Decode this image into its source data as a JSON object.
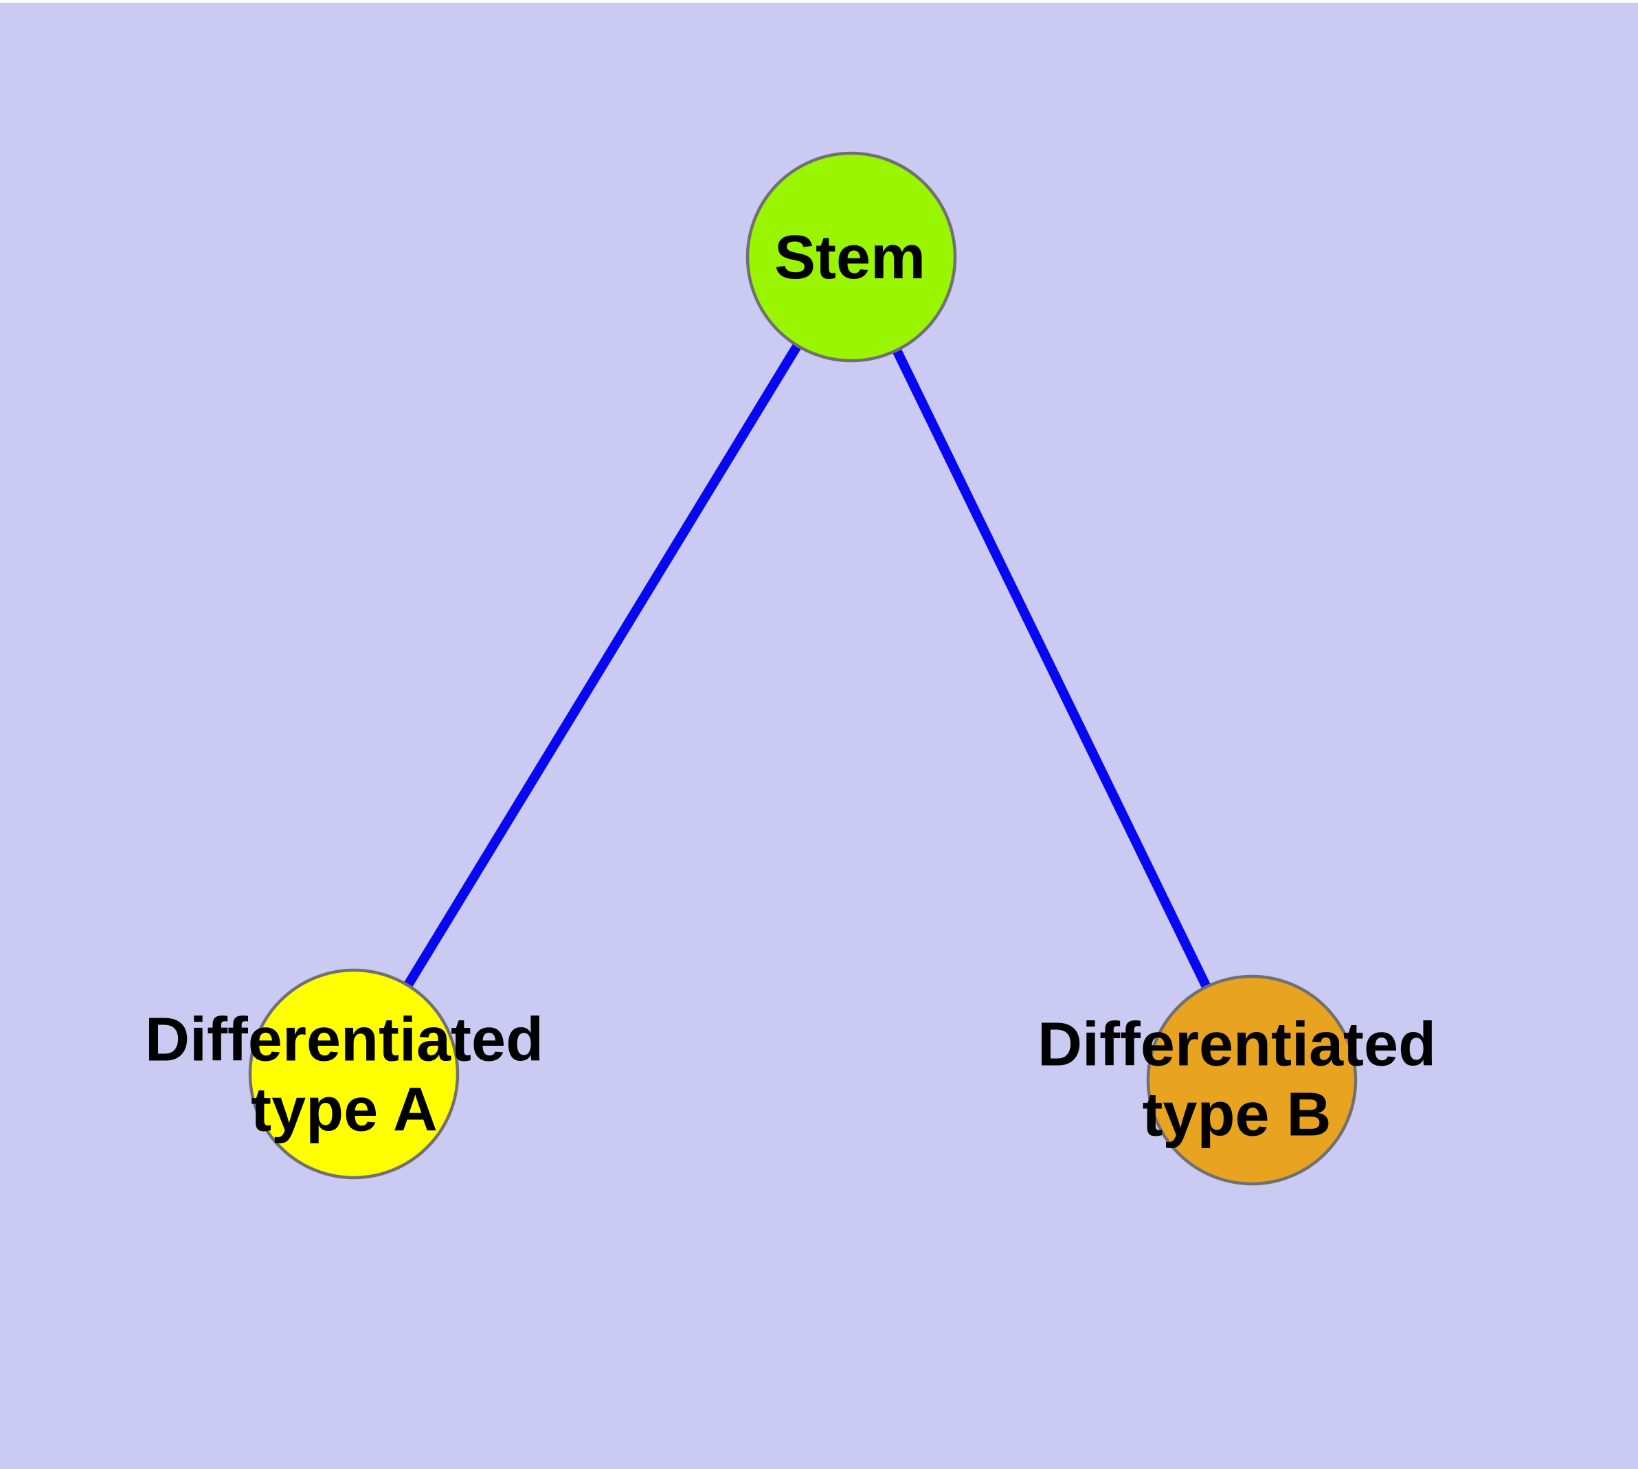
{
  "window": {
    "background_color": "#CACAF3",
    "top_strip_color": "#FFFFFF"
  },
  "graph": {
    "text_color": "#000000",
    "node_border_color": "#707070",
    "edge_color": "#0707F2",
    "nodes": {
      "stem": {
        "label": "Stem",
        "fill": "#99F500"
      },
      "type_a": {
        "label_line1": "Differentiated",
        "label_line2": "type A",
        "fill": "#FFFF00"
      },
      "type_b": {
        "label_line1": "Differentiated",
        "label_line2": "type B",
        "fill": "#E8A321"
      }
    },
    "edges": [
      {
        "from": "Stem",
        "to": "Differentiated type A"
      },
      {
        "from": "Stem",
        "to": "Differentiated type B"
      }
    ]
  }
}
